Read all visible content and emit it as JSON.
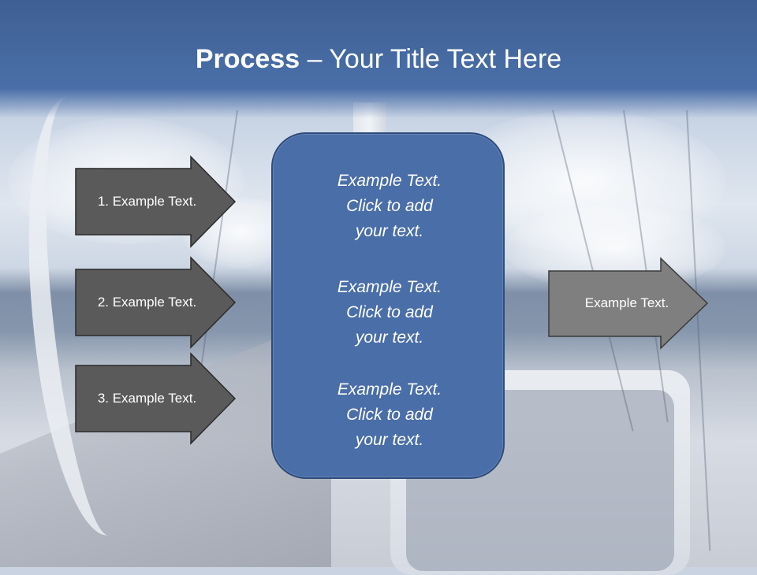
{
  "slide": {
    "title_bold": "Process",
    "title_rest": " – Your Title Text Here"
  },
  "left_steps": [
    {
      "label": "1. Example Text."
    },
    {
      "label": "2. Example Text."
    },
    {
      "label": "3. Example Text."
    }
  ],
  "center_box": {
    "paragraphs": [
      {
        "lines": [
          "Example Text.",
          "Click  to add",
          "your text."
        ]
      },
      {
        "lines": [
          "Example Text.",
          "Click  to add",
          "your text."
        ]
      },
      {
        "lines": [
          "Example Text.",
          "Click  to add",
          "your text."
        ]
      }
    ]
  },
  "right_step": {
    "label": "Example Text."
  },
  "colors": {
    "header": "#4a6fa8",
    "center_box": "#4a6ea8",
    "left_arrow": "#5a5a5a",
    "right_arrow": "#7f7f7f"
  }
}
